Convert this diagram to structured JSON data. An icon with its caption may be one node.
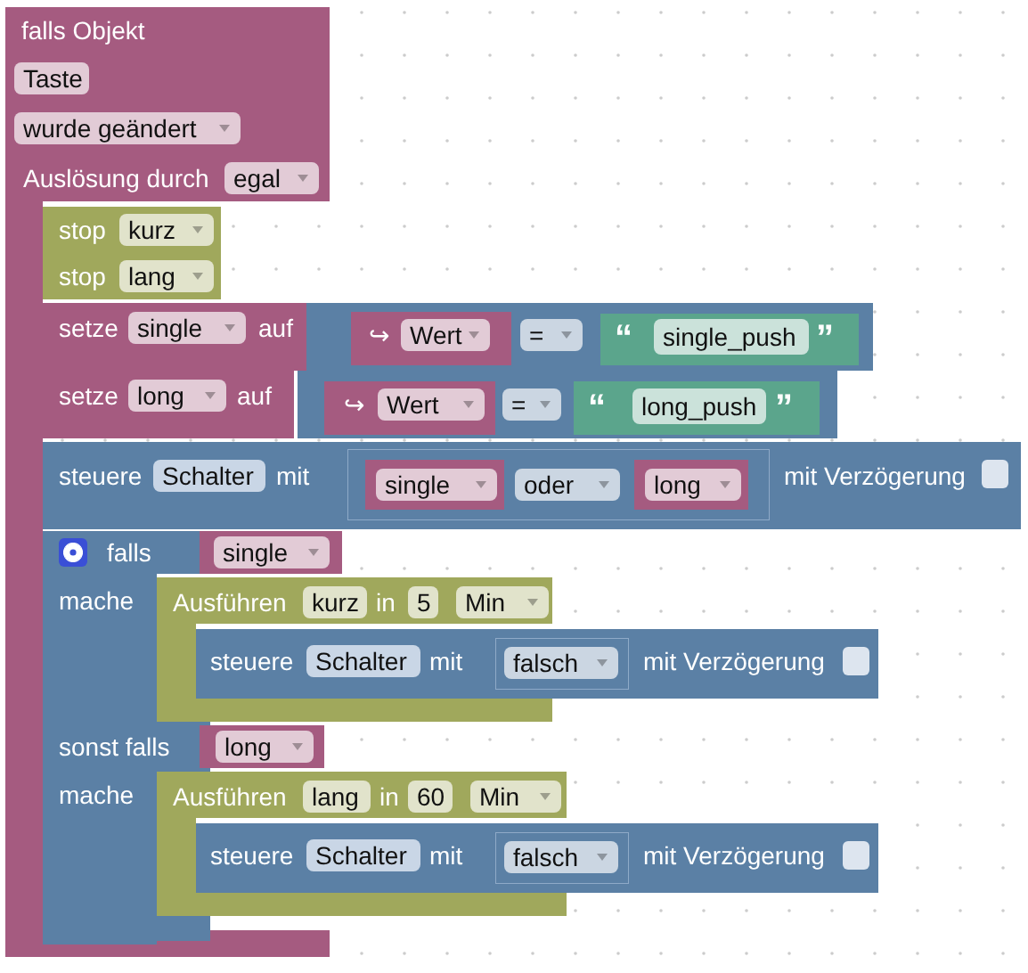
{
  "diagram": {
    "nodes": [
      {
        "text": [
          "falls Objekt",
          "Auslösung durch"
        ]
      },
      {
        "text": [
          "Taste"
        ],
        "in": 0
      },
      {
        "text": [
          "wurde geändert"
        ],
        "in": 0
      },
      {
        "text": [
          "egal"
        ],
        "in": 0
      },
      {
        "text": [
          "stop"
        ],
        "in": 0
      },
      {
        "text": [
          "kurz"
        ],
        "in": 4
      },
      {
        "text": [
          "stop"
        ],
        "in": 0
      },
      {
        "text": [
          "lang"
        ],
        "in": 6
      },
      {
        "text": [
          "setze",
          "auf"
        ],
        "in": 0
      },
      {
        "text": [
          "single"
        ],
        "in": 8
      },
      {
        "text": [],
        "shape": "box"
      },
      {
        "text": [
          "↪"
        ],
        "in": 10
      },
      {
        "text": [
          "Wert"
        ],
        "in": 11
      },
      {
        "text": [
          "="
        ],
        "in": 10
      },
      {
        "text": [
          "“",
          "”"
        ],
        "in": 10
      },
      {
        "text": [
          "single_push"
        ],
        "in": 14
      },
      {
        "text": [
          "setze",
          "auf"
        ],
        "in": 0
      },
      {
        "text": [
          "long"
        ],
        "in": 16
      },
      {
        "text": [],
        "shape": "box"
      },
      {
        "text": [
          "↪"
        ],
        "in": 18
      },
      {
        "text": [
          "Wert"
        ],
        "in": 19
      },
      {
        "text": [
          "="
        ],
        "in": 18
      },
      {
        "text": [
          "“",
          "”"
        ],
        "in": 18
      },
      {
        "text": [
          "long_push"
        ],
        "in": 22
      },
      {
        "text": [
          "steuere",
          "mit",
          "mit Verzögerung"
        ]
      },
      {
        "text": [
          "Schalter"
        ]
      },
      {
        "text": [],
        "shape": "box",
        "in": 24
      },
      {
        "text": [],
        "shape": "box",
        "in": 26
      },
      {
        "text": [
          "single"
        ],
        "in": 27
      },
      {
        "text": [
          "oder"
        ],
        "in": 26
      },
      {
        "text": [],
        "shape": "box",
        "in": 26
      },
      {
        "text": [
          "long"
        ],
        "in": 30
      },
      {
        "text": [
          "falls",
          "mache",
          "sonst falls",
          "mache"
        ],
        "in": 0
      },
      {
        "text": [],
        "shape": "box"
      },
      {
        "text": [
          "single"
        ],
        "in": 33
      },
      {
        "text": [
          "Ausführen",
          "in"
        ]
      },
      {
        "text": [
          "kurz"
        ],
        "in": 35
      },
      {
        "text": [
          "5"
        ],
        "in": 35
      },
      {
        "text": [
          "Min"
        ],
        "in": 35
      },
      {
        "text": [
          "steuere",
          "mit",
          "mit Verzögerung"
        ]
      },
      {
        "text": [
          "Schalter"
        ]
      },
      {
        "text": [],
        "shape": "box",
        "in": 39
      },
      {
        "text": [
          "falsch"
        ],
        "in": 41
      },
      {
        "text": [],
        "shape": "box",
        "in": 0
      },
      {
        "text": [
          "long"
        ],
        "in": 43
      },
      {
        "text": [
          "Ausführen",
          "in"
        ]
      },
      {
        "text": [
          "lang"
        ],
        "in": 45
      },
      {
        "text": [
          "60"
        ],
        "in": 45
      },
      {
        "text": [
          "Min"
        ],
        "in": 45
      },
      {
        "text": [
          "steuere",
          "mit",
          "mit Verzögerung"
        ]
      },
      {
        "text": [
          "Schalter"
        ]
      },
      {
        "text": [],
        "shape": "box",
        "in": 49
      },
      {
        "text": [
          "falsch"
        ],
        "in": 51
      }
    ]
  }
}
